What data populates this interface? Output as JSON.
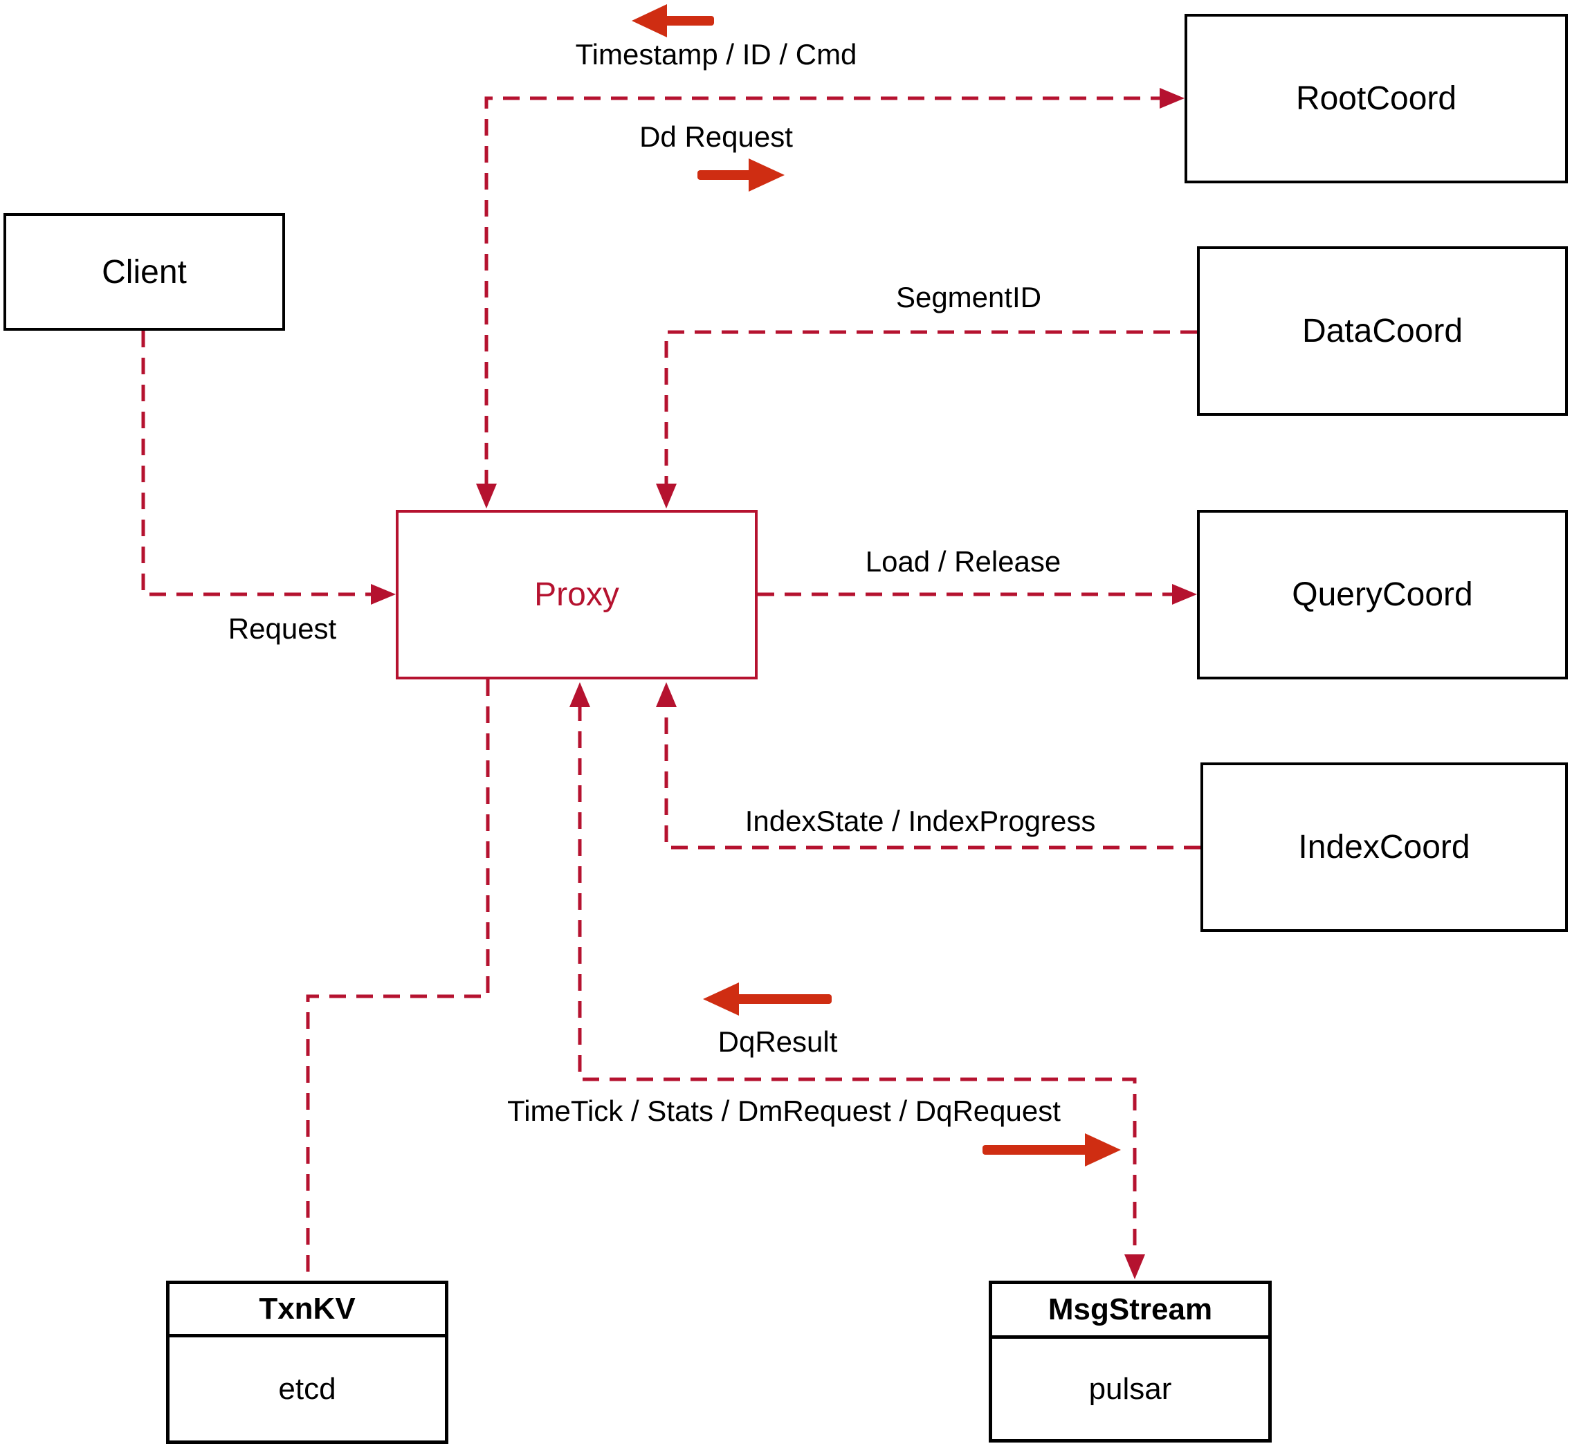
{
  "colors": {
    "connector_red": "#b5122f",
    "direction_arrow_red": "#cf2d12",
    "box_border": "#000000",
    "text": "#000000"
  },
  "nodes": {
    "client": {
      "label": "Client"
    },
    "proxy": {
      "label": "Proxy"
    },
    "rootcoord": {
      "label": "RootCoord"
    },
    "datacoord": {
      "label": "DataCoord"
    },
    "querycoord": {
      "label": "QueryCoord"
    },
    "indexcoord": {
      "label": "IndexCoord"
    },
    "txnkv": {
      "title": "TxnKV",
      "subtitle": "etcd"
    },
    "msgstream": {
      "title": "MsgStream",
      "subtitle": "pulsar"
    }
  },
  "edge_labels": {
    "timestamp_id_cmd": "Timestamp / ID / Cmd",
    "dd_request": "Dd Request",
    "segment_id": "SegmentID",
    "load_release": "Load / Release",
    "index_state": "IndexState / IndexProgress",
    "request": "Request",
    "dq_result": "DqResult",
    "timetick": "TimeTick / Stats / DmRequest / DqRequest"
  }
}
